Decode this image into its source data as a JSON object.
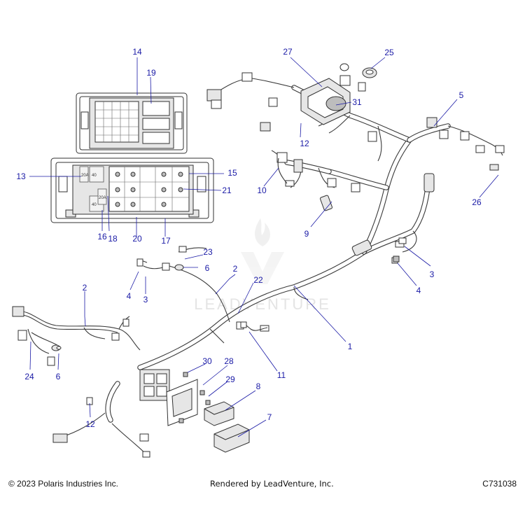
{
  "callouts": [
    {
      "id": "c1",
      "label": "1"
    },
    {
      "id": "c2a",
      "label": "2"
    },
    {
      "id": "c2b",
      "label": "2"
    },
    {
      "id": "c3a",
      "label": "3"
    },
    {
      "id": "c3b",
      "label": "3"
    },
    {
      "id": "c4a",
      "label": "4"
    },
    {
      "id": "c4b",
      "label": "4"
    },
    {
      "id": "c5",
      "label": "5"
    },
    {
      "id": "c6a",
      "label": "6"
    },
    {
      "id": "c6b",
      "label": "6"
    },
    {
      "id": "c7",
      "label": "7"
    },
    {
      "id": "c8",
      "label": "8"
    },
    {
      "id": "c9",
      "label": "9"
    },
    {
      "id": "c10",
      "label": "10"
    },
    {
      "id": "c11",
      "label": "11"
    },
    {
      "id": "c12a",
      "label": "12"
    },
    {
      "id": "c12b",
      "label": "12"
    },
    {
      "id": "c13",
      "label": "13"
    },
    {
      "id": "c14",
      "label": "14"
    },
    {
      "id": "c15",
      "label": "15"
    },
    {
      "id": "c16",
      "label": "16"
    },
    {
      "id": "c17",
      "label": "17"
    },
    {
      "id": "c18",
      "label": "18"
    },
    {
      "id": "c19",
      "label": "19"
    },
    {
      "id": "c20",
      "label": "20"
    },
    {
      "id": "c21",
      "label": "21"
    },
    {
      "id": "c22",
      "label": "22"
    },
    {
      "id": "c23",
      "label": "23"
    },
    {
      "id": "c24",
      "label": "24"
    },
    {
      "id": "c25",
      "label": "25"
    },
    {
      "id": "c26",
      "label": "26"
    },
    {
      "id": "c27",
      "label": "27"
    },
    {
      "id": "c28",
      "label": "28"
    },
    {
      "id": "c29",
      "label": "29"
    },
    {
      "id": "c30",
      "label": "30"
    },
    {
      "id": "c31",
      "label": "31"
    }
  ],
  "fuse_box": {
    "fuse_20a_left": "20A",
    "fuse_40_a": "40",
    "fuse_40_b": "40",
    "fuse_20a_right": "20A"
  },
  "watermark": "LEADVENTURE",
  "footer": {
    "copyright": "© 2023 Polaris Industries Inc.",
    "rendered_by": "Rendered by LeadVenture, Inc.",
    "drawing_id": "C731038"
  },
  "colors": {
    "callout": "#1a1aa6",
    "line_art": "#333333",
    "watermark": "#e4e4e4"
  }
}
